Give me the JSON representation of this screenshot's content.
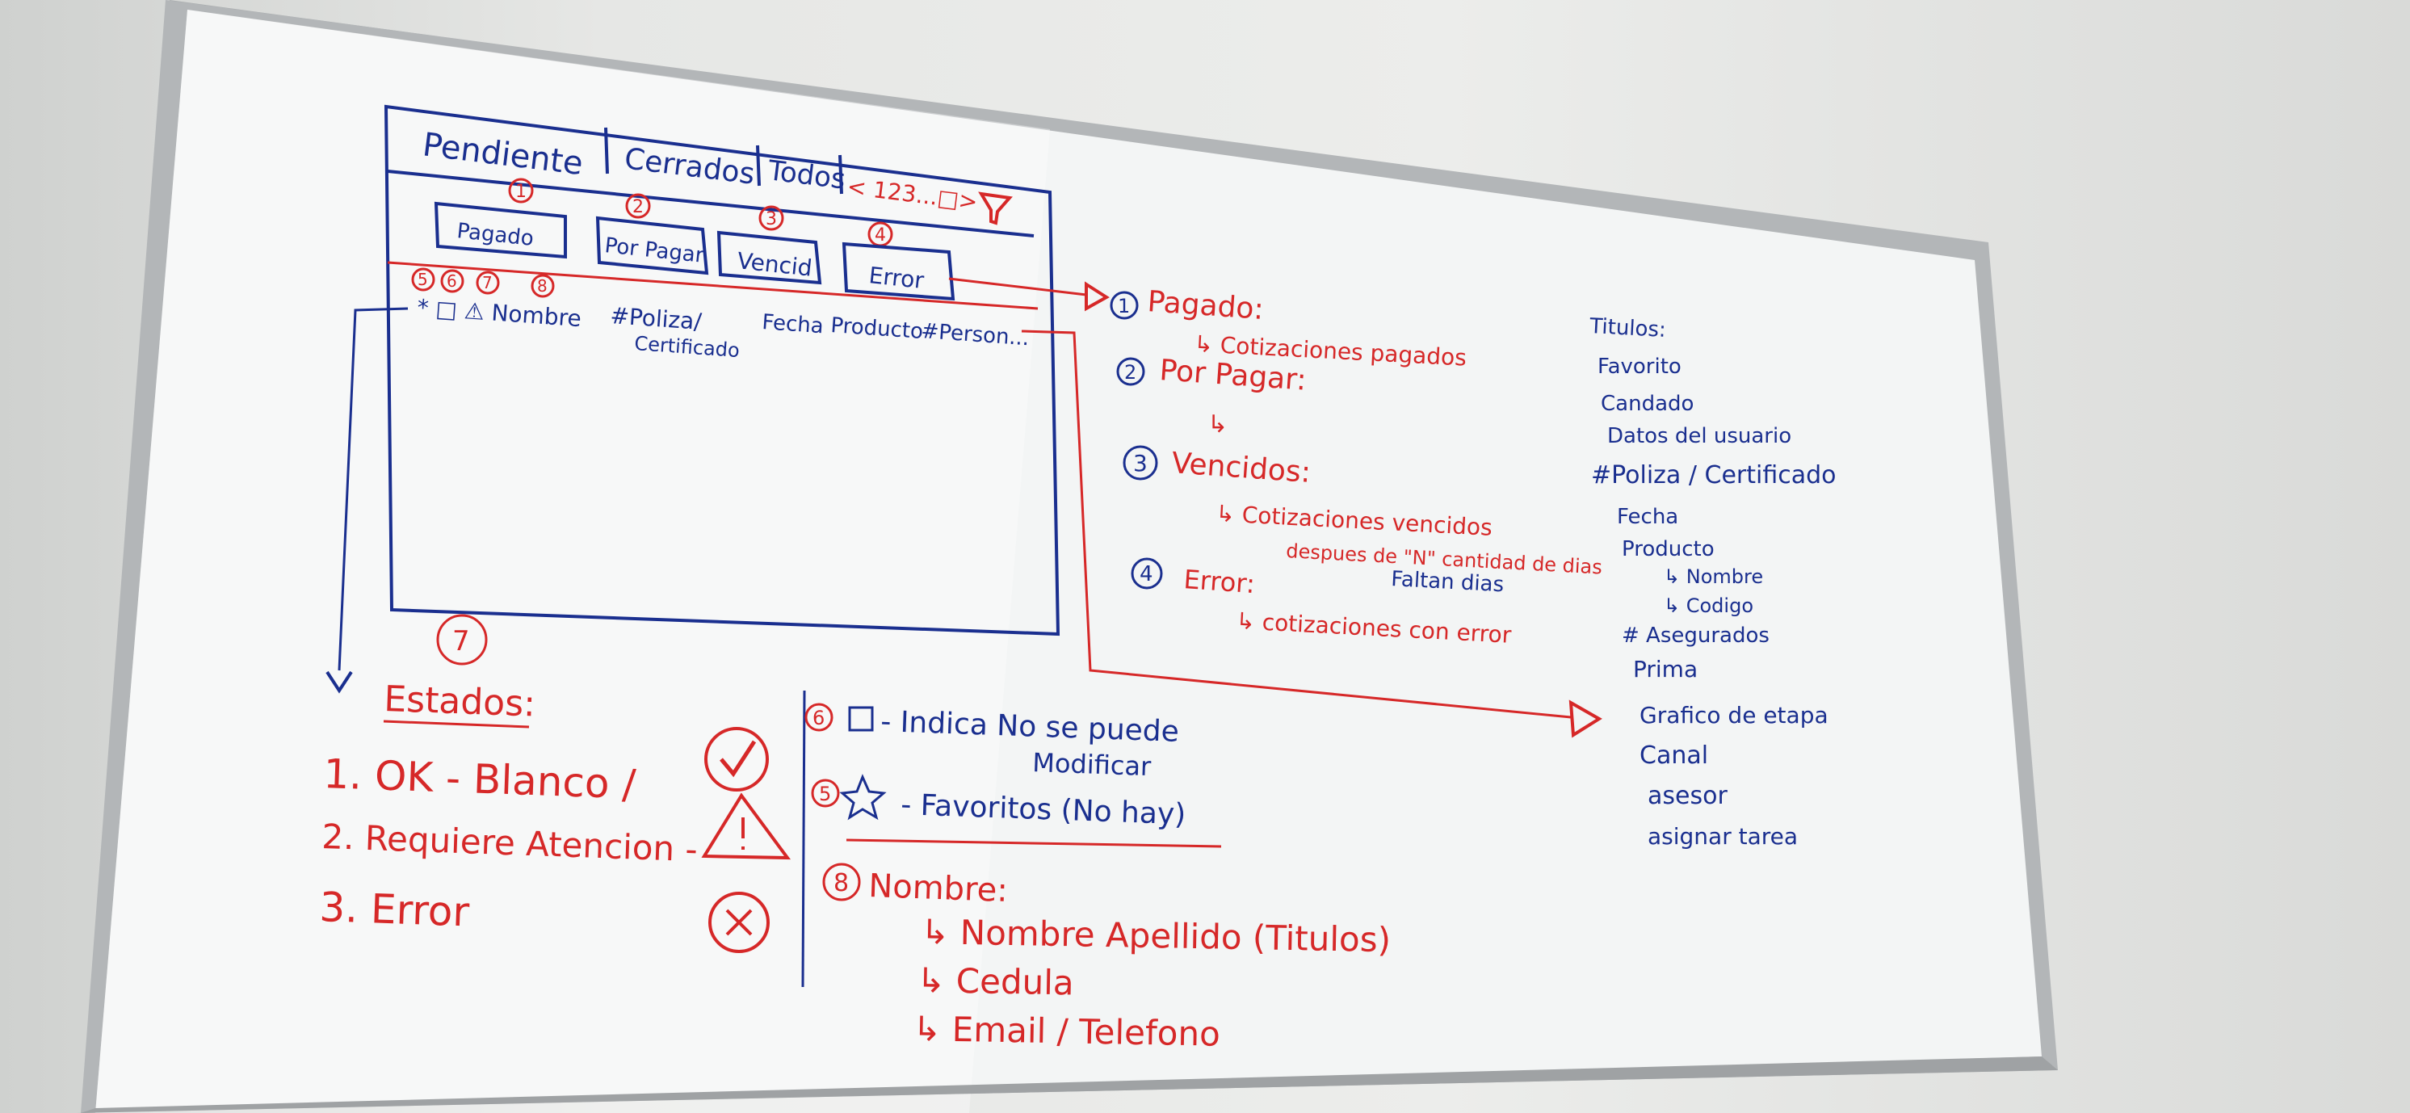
{
  "wireframe": {
    "tabs": [
      "Pendiente",
      "Cerrados",
      "Todos"
    ],
    "pager": "< 123...□>",
    "subtabs": [
      {
        "num": "1",
        "label": "Pagado"
      },
      {
        "num": "2",
        "label": "Por Pagar"
      },
      {
        "num": "3",
        "label": "Vencid"
      },
      {
        "num": "4",
        "label": "Error"
      }
    ],
    "column_markers": [
      "5",
      "6",
      "7",
      "8"
    ],
    "columns": [
      "* □ ⚠ Nombre",
      "#Poliza/",
      "Fecha",
      "Producto",
      "#Person..."
    ],
    "column_sub": "Certificado",
    "below_label": "7"
  },
  "legend": {
    "items": [
      {
        "num": "1",
        "title": "Pagado:",
        "desc": "↳ Cotizaciones pagados"
      },
      {
        "num": "2",
        "title": "Por Pagar:",
        "desc": "↳"
      },
      {
        "num": "3",
        "title": "Vencidos:",
        "desc": "↳ Cotizaciones vencidos",
        "desc2": "despues de \"N\" cantidad de dias",
        "desc3": "Faltan dias"
      },
      {
        "num": "4",
        "title": "Error:",
        "desc": "↳ cotizaciones con error"
      }
    ]
  },
  "estados": {
    "title": "Estados:",
    "items": [
      {
        "text": "1. OK - Blanco /",
        "icon": "check-circle-icon"
      },
      {
        "text": "2. Requiere Atencion -",
        "icon": "warning-triangle-icon"
      },
      {
        "text": "3. Error",
        "icon": "x-circle-icon"
      }
    ]
  },
  "notes": {
    "six": {
      "num": "6",
      "line1": "- Indica No se puede",
      "line2": "Modificar"
    },
    "five": {
      "num": "5",
      "line1": "- Favoritos (No hay)"
    },
    "eight": {
      "num": "8",
      "title": "Nombre:",
      "items": [
        "↳ Nombre Apellido (Titulos)",
        "↳ Cedula",
        "↳ Email / Telefono"
      ]
    }
  },
  "titulos": {
    "title": "Titulos:",
    "items": [
      "Favorito",
      "Candado",
      "Datos del usuario",
      "#Poliza / Certificado",
      "Fecha",
      "Producto",
      "↳ Nombre",
      "↳ Codigo",
      "# Asegurados",
      "Prima",
      "Grafico de etapa",
      "Canal",
      "asesor",
      "asignar tarea"
    ]
  },
  "colors": {
    "blue_ink": "#1a2f8f",
    "red_ink": "#d62828",
    "board": "#f4f6f6",
    "frame": "#b9bcbd"
  }
}
